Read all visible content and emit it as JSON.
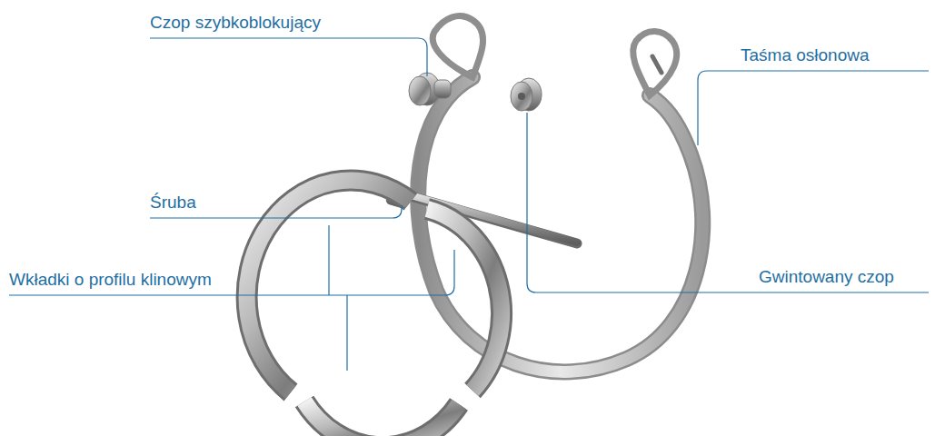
{
  "diagram": {
    "labels": [
      "Czop szybkoblokujący",
      "Taśma osłonowa",
      "Śruba",
      "Wkładki o profilu klinowym",
      "Gwintowany czop"
    ]
  }
}
